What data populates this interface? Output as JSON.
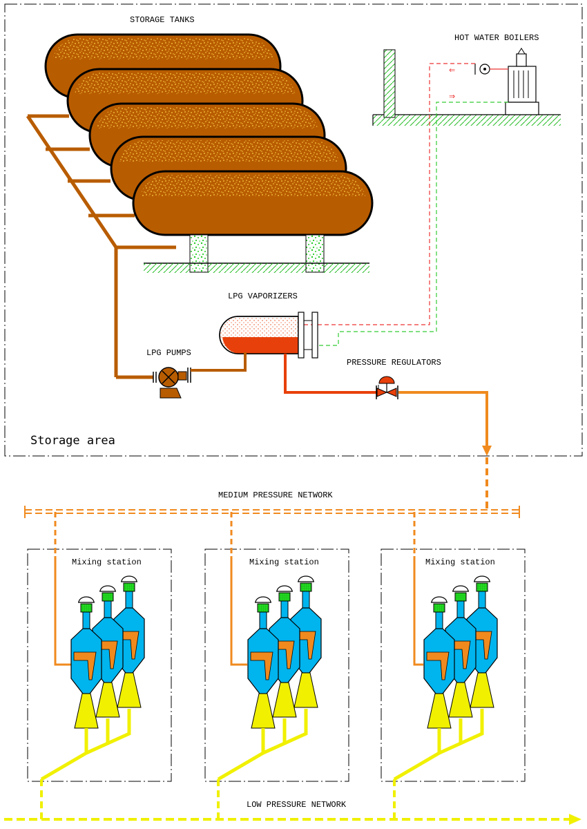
{
  "labels": {
    "storage_tanks": "STORAGE TANKS",
    "hot_water_boilers": "HOT WATER BOILERS",
    "lpg_vaporizers": "LPG VAPORIZERS",
    "lpg_pumps": "LPG PUMPS",
    "pressure_regulators": "PRESSURE REGULATORS",
    "storage_area": "Storage area",
    "medium_pressure_network": "MEDIUM PRESSURE NETWORK",
    "low_pressure_network": "LOW PRESSURE NETWORK"
  },
  "mixing_stations": [
    {
      "label": "Mixing station"
    },
    {
      "label": "Mixing station"
    },
    {
      "label": "Mixing station"
    }
  ],
  "colors": {
    "tank_brown": "#b85c00",
    "tank_speckle": "#ffd24a",
    "lpg_liquid_red": "#e8400a",
    "medium_pressure_orange": "#f08a1e",
    "low_pressure_yellow": "#f0f000",
    "mixer_blue": "#00b4ee",
    "burner_green": "#22dd22",
    "hot_water_red": "#ee3333",
    "return_green": "#33cc33"
  }
}
